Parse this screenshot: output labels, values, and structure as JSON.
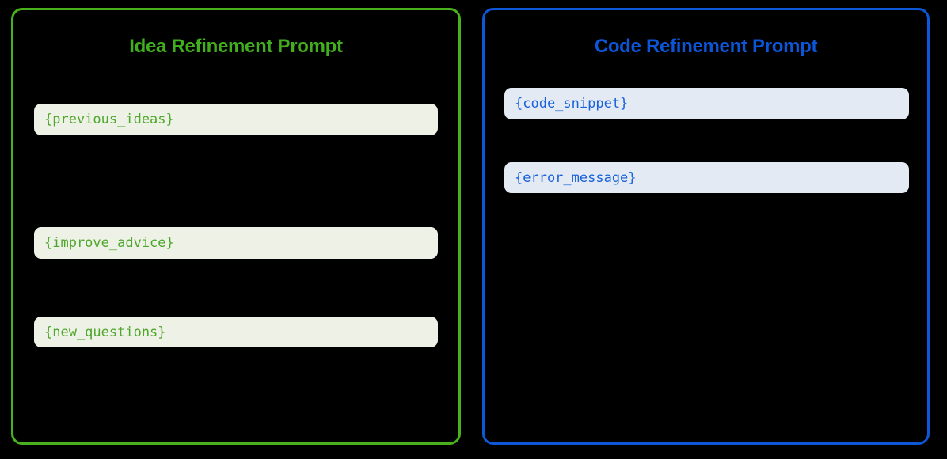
{
  "figure": {
    "background_color": "#000000",
    "panels": [
      {
        "id": "idea-refinement-prompt",
        "title": "Idea Refinement Prompt",
        "accent_color": "#41af1d",
        "border_color": "#49b11e",
        "chip_background": "#edf1e6",
        "chip_text_color": "#4ea72b",
        "placeholders": [
          "{previous_ideas}",
          "{improve_advice}",
          "{new_questions}"
        ]
      },
      {
        "id": "code-refinement-prompt",
        "title": "Code Refinement Prompt",
        "accent_color": "#0c55d7",
        "border_color": "#0e57d6",
        "chip_background": "#e4eaf3",
        "chip_text_color": "#1861da",
        "placeholders": [
          "{code_snippet}",
          "{error_message}"
        ]
      }
    ]
  }
}
